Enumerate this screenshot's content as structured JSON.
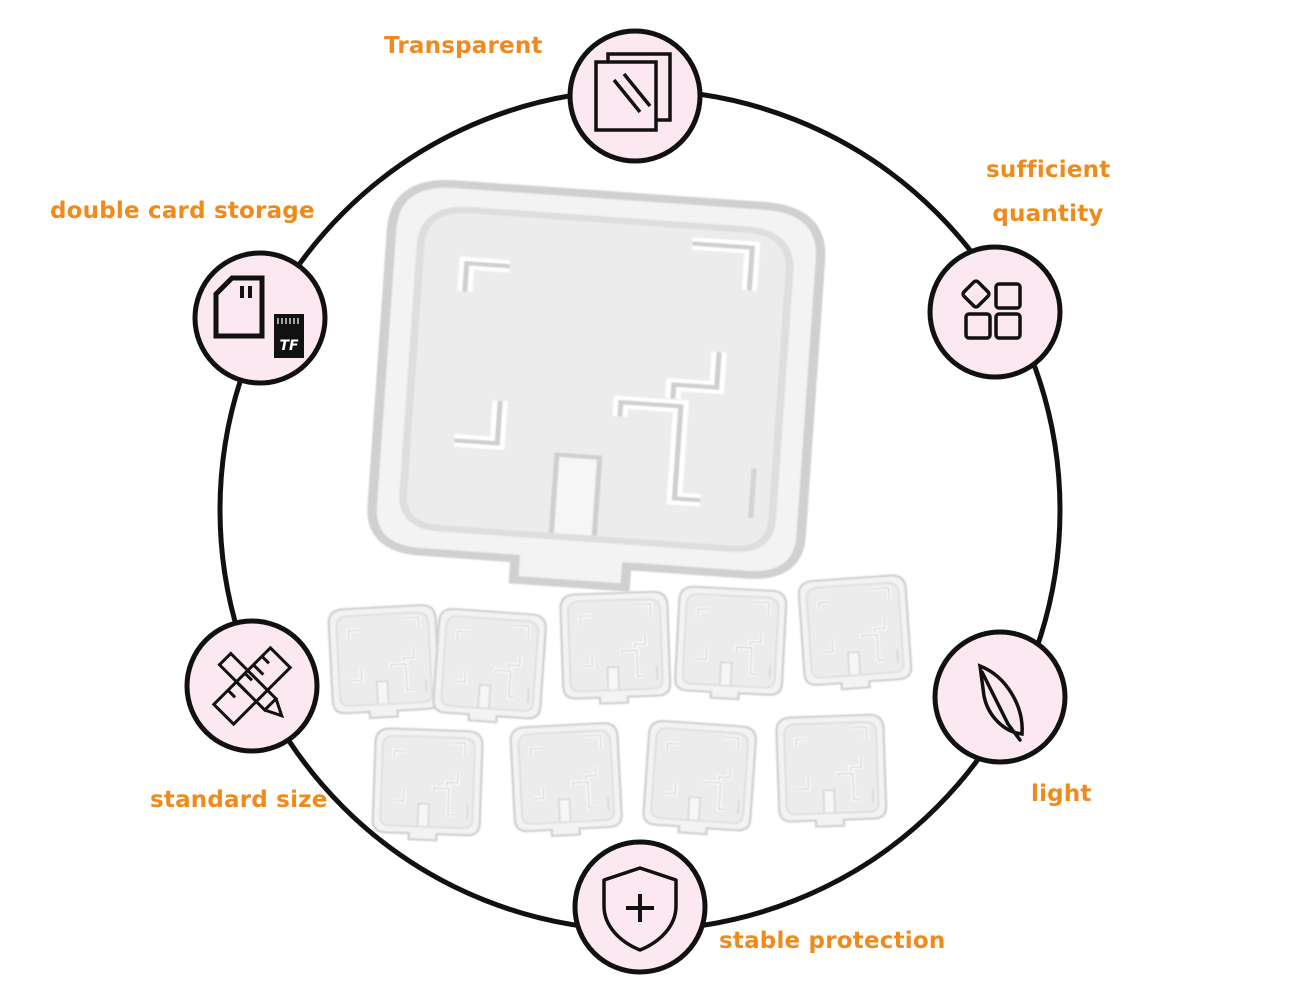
{
  "features": [
    {
      "id": "transparent",
      "label": "Transparent",
      "icon": "transparent-layers-icon"
    },
    {
      "id": "sufficient-quantity",
      "label_lines": [
        "sufficient",
        "quantity"
      ],
      "icon": "blocks-icon"
    },
    {
      "id": "light",
      "label": "light",
      "icon": "feather-icon"
    },
    {
      "id": "stable-protection",
      "label": "stable protection",
      "icon": "shield-plus-icon"
    },
    {
      "id": "standard-size",
      "label": "standard size",
      "icon": "ruler-pencil-icon"
    },
    {
      "id": "double-card-storage",
      "label": "double card storage",
      "icon": "sd-tf-card-icon",
      "icon_text": "TF"
    }
  ],
  "product": {
    "image": "transparent-card-case",
    "small_case_count": 9
  },
  "colors": {
    "label": "#f08a1c",
    "icon_fill": "#fbe8f0",
    "ring": "#111111",
    "case_outline": "#d8d8d8",
    "case_fill": "#f4f4f4"
  }
}
